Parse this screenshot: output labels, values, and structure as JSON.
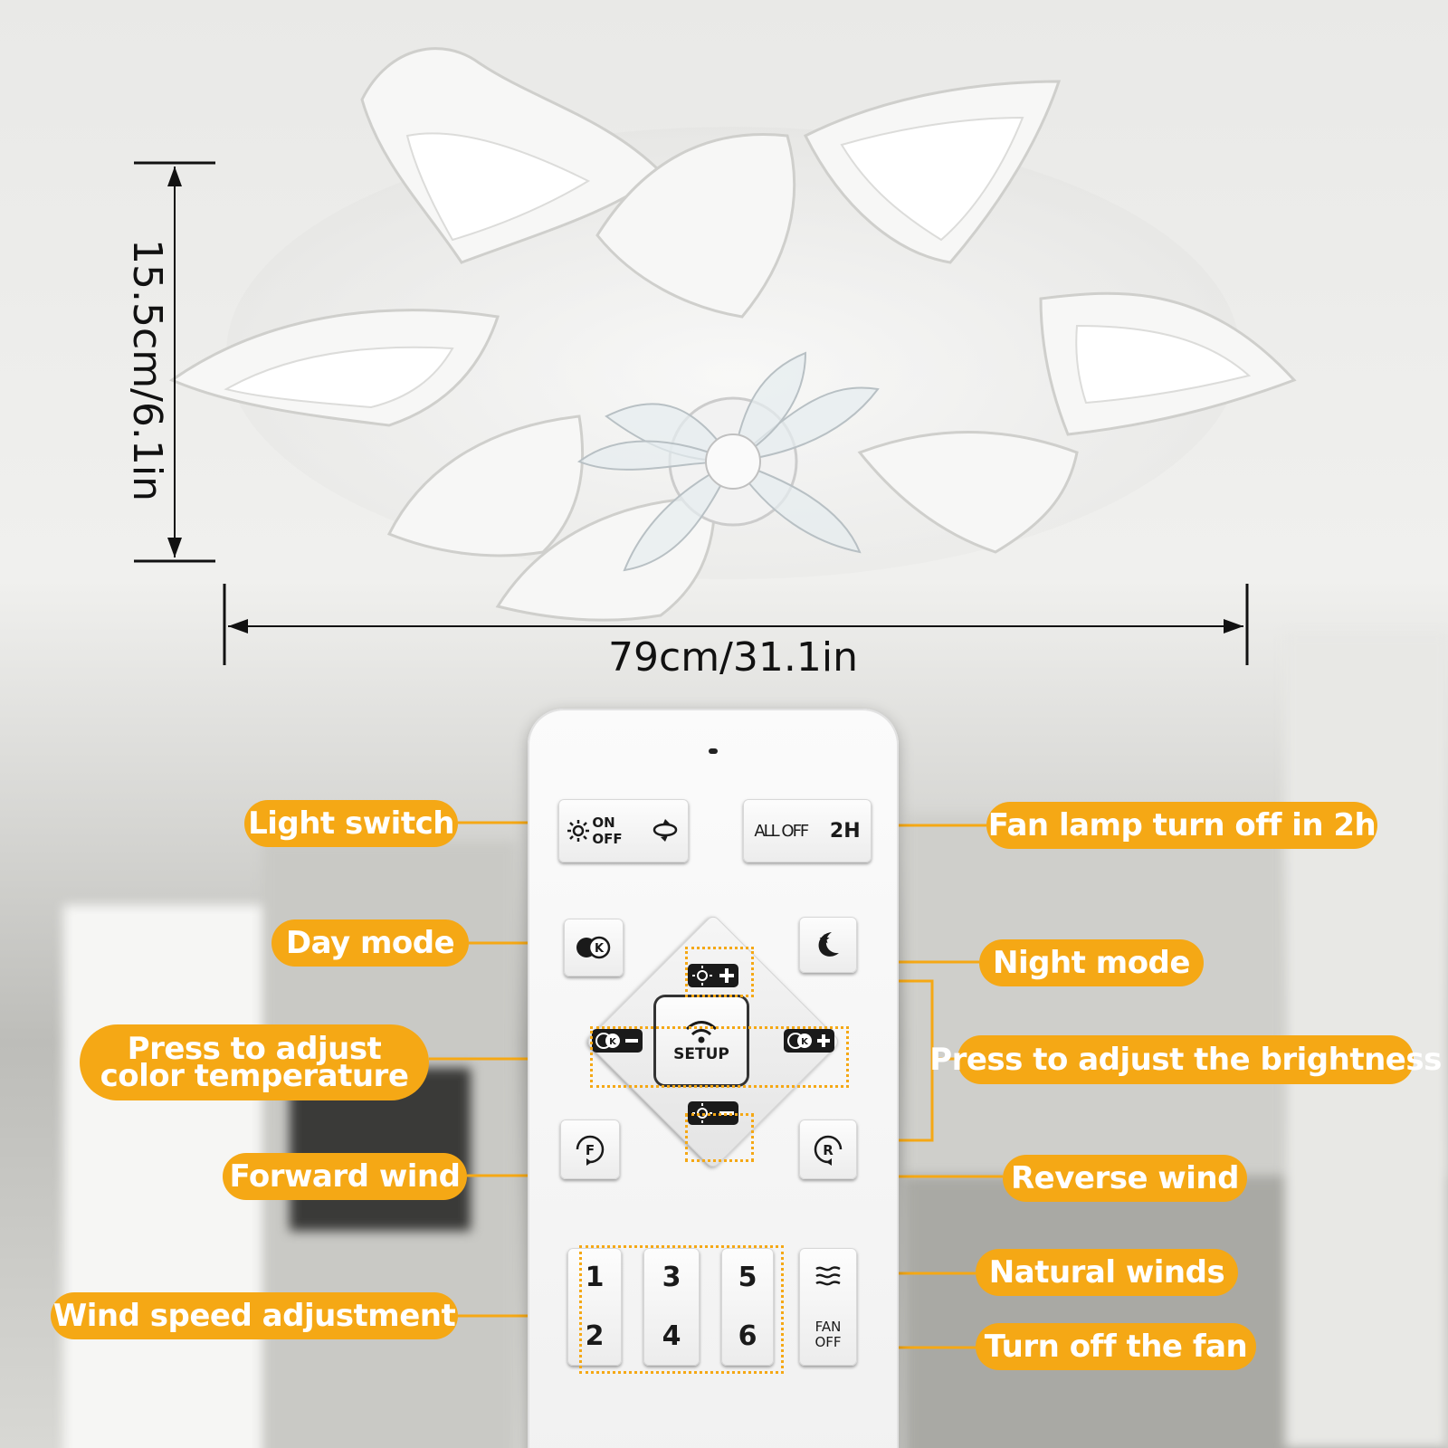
{
  "dimensions": {
    "height_label": "15.5cm/6.1in",
    "width_label": "79cm/31.1in"
  },
  "remote": {
    "light_key": {
      "on_label": "ON",
      "off_label": "OFF"
    },
    "all_off_key": {
      "label": "ALL OFF",
      "timer_label": "2H"
    },
    "setup_key": {
      "label": "SETUP"
    },
    "forward_key": {
      "label": "F"
    },
    "reverse_key": {
      "label": "R"
    },
    "speed_keys": [
      "1",
      "2",
      "3",
      "4",
      "5",
      "6"
    ],
    "fan_off_key": {
      "line1": "FAN",
      "line2": "OFF"
    }
  },
  "callouts": {
    "light_switch": "Light switch",
    "fan_lamp_off_2h": "Fan lamp turn off in 2h",
    "day_mode": "Day mode",
    "night_mode": "Night mode",
    "color_temp_line1": "Press to adjust",
    "color_temp_line2": "color temperature",
    "brightness": "Press to adjust the brightness",
    "forward_wind": "Forward wind",
    "reverse_wind": "Reverse wind",
    "natural_winds": "Natural winds",
    "wind_speed": "Wind speed adjustment",
    "turn_off_fan": "Turn off the fan"
  },
  "colors": {
    "accent": "#f5a815",
    "callout_text": "#ffffff",
    "remote_body": "#f7f7f7",
    "key_text": "#1a1a1a"
  },
  "icons": [
    "sun-icon",
    "fan-rotate-icon",
    "color-temperature-icon",
    "moon-star-icon",
    "wifi-icon",
    "brightness-up-icon",
    "brightness-down-icon",
    "forward-rotation-icon",
    "reverse-rotation-icon",
    "wind-waves-icon"
  ]
}
